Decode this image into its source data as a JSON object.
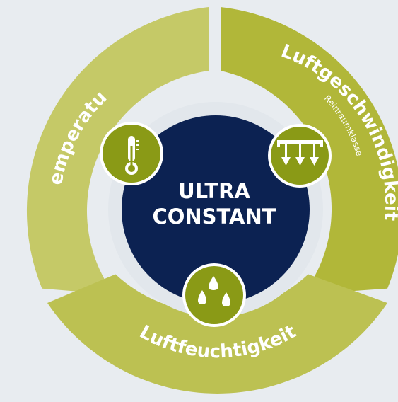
{
  "center": {
    "line1": "ULTRA",
    "line2": "CONSTANT"
  },
  "segments": {
    "temperature": {
      "label": "Temperatur"
    },
    "air_speed": {
      "label": "Luftgeschwindigkeit",
      "sublabel": "Reinraumklasse"
    },
    "humidity": {
      "label": "Luftfeuchtigkeit"
    }
  },
  "icons": {
    "temperature": "thermometer-icon",
    "air_speed": "air-flow-icon",
    "humidity": "water-drops-icon"
  },
  "colors": {
    "background": "#e8ecf0",
    "segment_light": "#c5c967",
    "segment_dark": "#b1b739",
    "segment_humidity": "#bcc152",
    "center": "#0c2252",
    "icon_fill": "#8a9a16",
    "white": "#ffffff"
  }
}
